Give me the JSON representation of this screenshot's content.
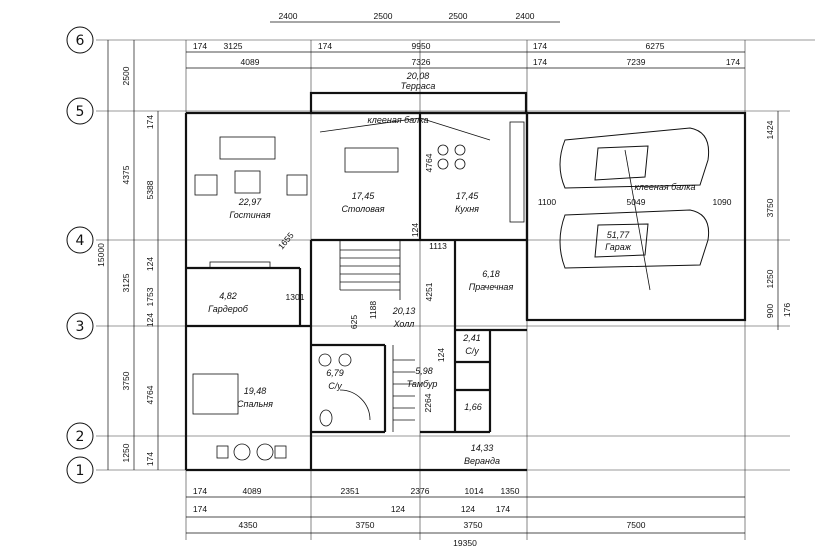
{
  "axes": [
    "6",
    "5",
    "4",
    "3",
    "2",
    "1"
  ],
  "top_dims_row1": [
    "2400",
    "2500",
    "2500",
    "2400"
  ],
  "top_dims_row2": [
    "174",
    "3125",
    "174",
    "9950",
    "174",
    "6275"
  ],
  "top_dims_row3": [
    "4089",
    "7326",
    "174",
    "7239",
    "174"
  ],
  "bottom_dims_row1": [
    "174",
    "4089",
    "2351",
    "2376",
    "1014",
    "1350"
  ],
  "bottom_dims_row2": [
    "174",
    "124",
    "124",
    "174"
  ],
  "bottom_dims_row3": [
    "4350",
    "3750",
    "3750",
    "7500"
  ],
  "bottom_total": "19350",
  "left_dims_outer": [
    "2500",
    "4375",
    "3125",
    "3750",
    "1250"
  ],
  "left_total": "15000",
  "left_dims_inner": [
    "174",
    "5388",
    "124",
    "1753",
    "124",
    "4764",
    "174"
  ],
  "right_dims": [
    "1424",
    "3750",
    "1250",
    "900",
    "176"
  ],
  "rooms": {
    "terrace": {
      "area": "20,08",
      "name": "Терраса"
    },
    "beam1": "клееная балка",
    "living": {
      "area": "22,97",
      "name": "Гостиная"
    },
    "dining": {
      "area": "17,45",
      "name": "Столовая"
    },
    "kitchen": {
      "area": "17,45",
      "name": "Кухня"
    },
    "garage": {
      "area": "51,77",
      "name": "Гараж"
    },
    "beam2": "клееная балка",
    "laundry": {
      "area": "6,18",
      "name": "Прачечная"
    },
    "wardrobe": {
      "area": "4,82",
      "name": "Гардероб"
    },
    "hall": {
      "area": "20,13",
      "name": "Холл"
    },
    "wc1": {
      "area": "2,41",
      "name": "С/у"
    },
    "wc2": {
      "area": "6,79",
      "name": "С/у"
    },
    "tambour": {
      "area": "5,98",
      "name": "Тамбур"
    },
    "small": {
      "area": "1,66"
    },
    "bedroom": {
      "area": "19,48",
      "name": "Спальня"
    },
    "veranda": {
      "area": "14,33",
      "name": "Веранда"
    }
  },
  "inner_dims": {
    "d1655": "1655",
    "d1301": "1301",
    "d1113": "1113",
    "d1188": "1188",
    "d4251": "4251",
    "d4764": "4764",
    "d1100": "1100",
    "d5049": "5049",
    "d1090": "1090",
    "d2264": "2264",
    "d625": "625",
    "d124a": "124",
    "d124b": "124"
  }
}
